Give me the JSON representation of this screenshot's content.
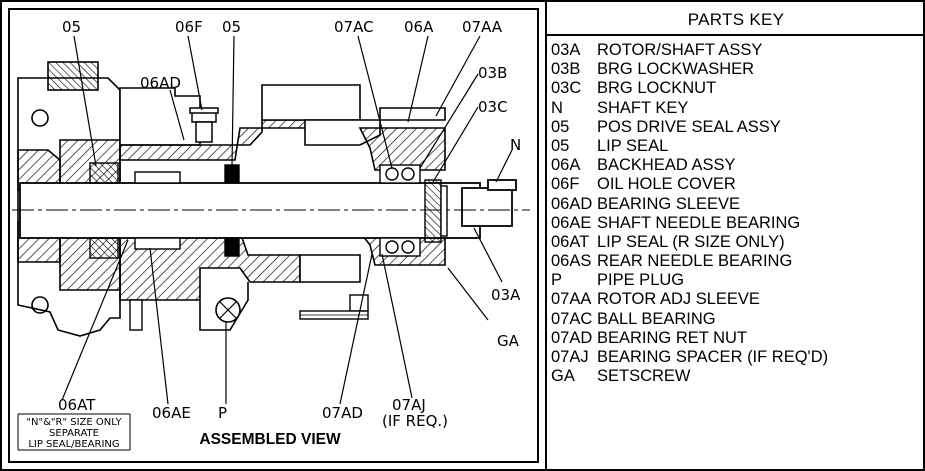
{
  "drawing": {
    "caption": "ASSEMBLED VIEW",
    "callouts": {
      "c05a": "05",
      "c06f": "06F",
      "c05b": "05",
      "c07ac": "07AC",
      "c06a": "06A",
      "c07aa": "07AA",
      "c06ad": "06AD",
      "c03b": "03B",
      "c03c": "03C",
      "cn": "N",
      "c03a": "03A",
      "cga": "GA",
      "c06at": "06AT",
      "c06ae": "06AE",
      "cp": "P",
      "c07ad": "07AD",
      "c07aj": "07AJ",
      "c07aj_note": "(IF REQ.)"
    },
    "note": {
      "line1": "\"N\"&\"R\" SIZE ONLY",
      "line2": "SEPARATE",
      "line3": "LIP SEAL/BEARING"
    }
  },
  "parts_key": {
    "title": "PARTS KEY",
    "items": [
      {
        "code": "03A",
        "desc": "ROTOR/SHAFT ASSY"
      },
      {
        "code": "03B",
        "desc": "BRG LOCKWASHER"
      },
      {
        "code": "03C",
        "desc": "BRG LOCKNUT"
      },
      {
        "code": "N",
        "desc": "SHAFT KEY"
      },
      {
        "code": "05",
        "desc": "POS DRIVE SEAL ASSY"
      },
      {
        "code": "05",
        "desc": "LIP SEAL"
      },
      {
        "code": "06A",
        "desc": "BACKHEAD ASSY"
      },
      {
        "code": "06F",
        "desc": "OIL HOLE COVER"
      },
      {
        "code": "06AD",
        "desc": "BEARING SLEEVE"
      },
      {
        "code": "06AE",
        "desc": "SHAFT NEEDLE BEARING"
      },
      {
        "code": "06AT",
        "desc": "LIP SEAL (R SIZE ONLY)"
      },
      {
        "code": "06AS",
        "desc": "REAR NEEDLE BEARING"
      },
      {
        "code": "P",
        "desc": "PIPE PLUG"
      },
      {
        "code": "07AA",
        "desc": "ROTOR ADJ SLEEVE"
      },
      {
        "code": "07AC",
        "desc": "BALL BEARING"
      },
      {
        "code": "07AD",
        "desc": "BEARING RET NUT"
      },
      {
        "code": "07AJ",
        "desc": "BEARING SPACER (IF REQ'D)"
      },
      {
        "code": "GA",
        "desc": "SETSCREW"
      }
    ]
  }
}
